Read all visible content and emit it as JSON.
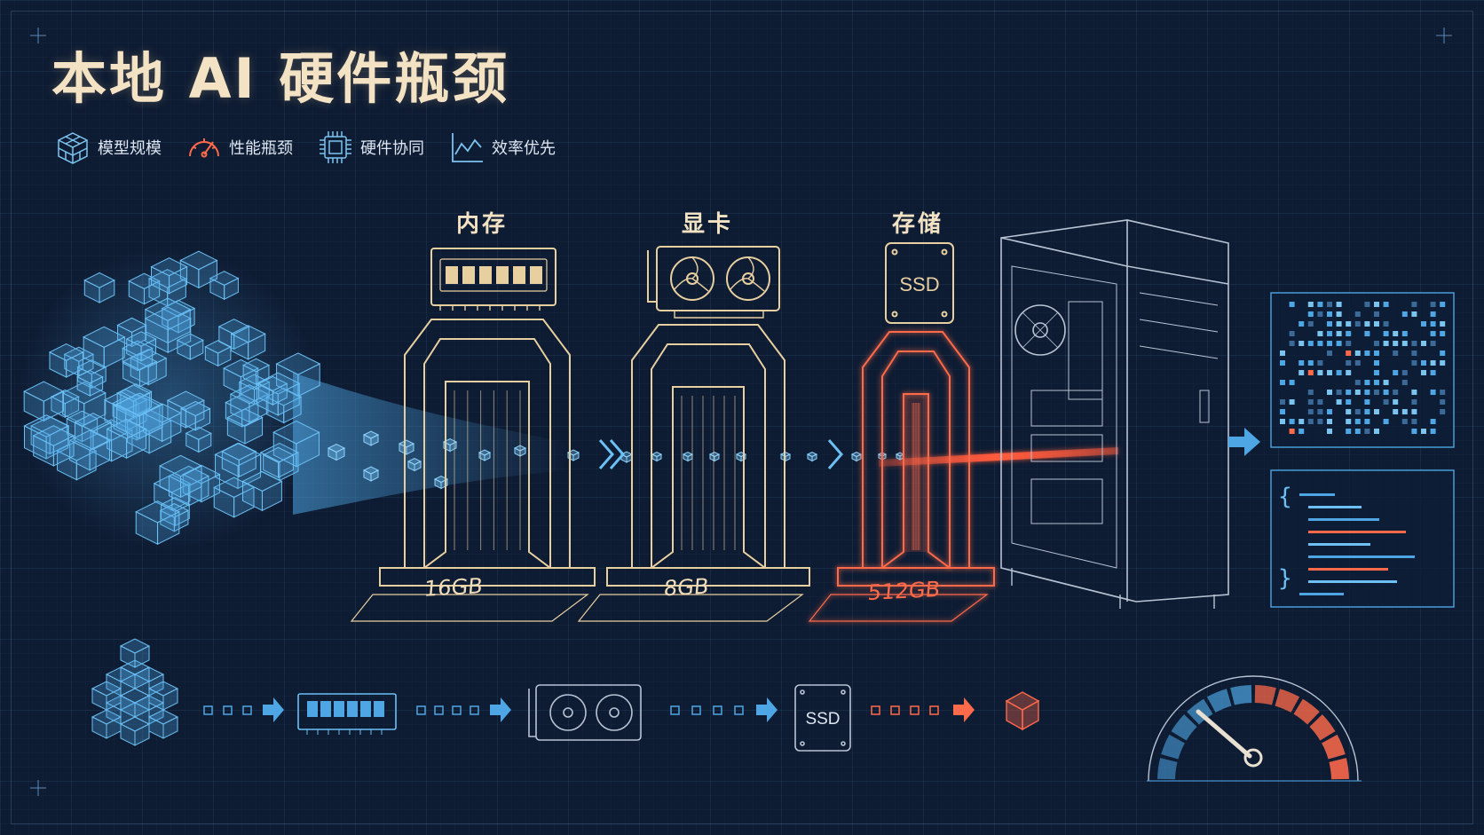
{
  "title": "本地 AI 硬件瓶颈",
  "legend": [
    {
      "icon": "cube-grid-icon",
      "label": "模型规模"
    },
    {
      "icon": "gauge-icon",
      "label": "性能瓶颈"
    },
    {
      "icon": "chip-icon",
      "label": "硬件协同"
    },
    {
      "icon": "line-chart-icon",
      "label": "效率优先"
    }
  ],
  "stages": [
    {
      "name": "内存",
      "capacity": "16GB",
      "color": "#e8cfa0"
    },
    {
      "name": "显卡",
      "capacity": "8GB",
      "color": "#e8cfa0"
    },
    {
      "name": "存储",
      "capacity": "512GB",
      "color": "#ff6a4a"
    }
  ],
  "ssd_label": "SSD",
  "colors": {
    "blue": "#4ea6e4",
    "gold": "#e8cfa0",
    "red": "#ff5a3c",
    "bg": "#0e1c33"
  }
}
